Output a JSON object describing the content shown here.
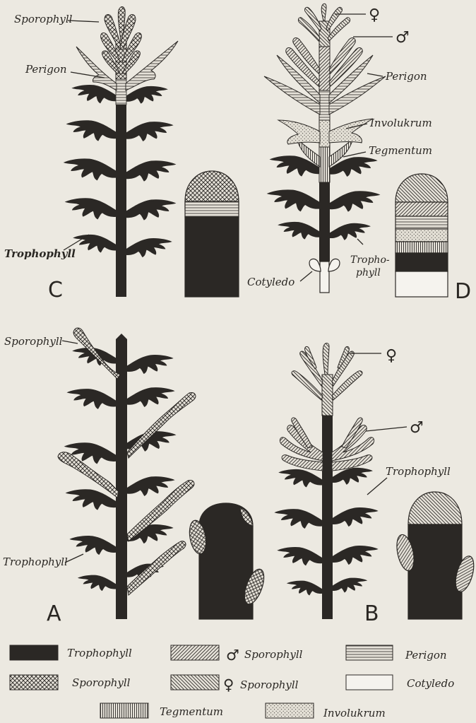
{
  "colors": {
    "paper": "#ece9e1",
    "ink": "#2b2825"
  },
  "panels": {
    "C": {
      "letter": "C",
      "sporophyll": "Sporophyll",
      "perigon": "Perigon",
      "trophophyll": "Trophophyll"
    },
    "D": {
      "letter": "D",
      "female": "♀",
      "male": "♂",
      "perigon": "Perigon",
      "involukrum": "Involukrum",
      "tegmentum": "Tegmentum",
      "tropho_a": "Tropho-",
      "tropho_b": "phyll",
      "cotyledo": "Cotyledo"
    },
    "A": {
      "letter": "A",
      "sporophyll": "Sporophyll",
      "trophophyll": "Trophophyll"
    },
    "B": {
      "letter": "B",
      "female": "♀",
      "male": "♂",
      "trophophyll": "Trophophyll"
    }
  },
  "legend": {
    "trophophyll": "Trophophyll",
    "sporophyll": "Sporophyll",
    "male_symbol": "♂",
    "male_label": "Sporophyll",
    "female_symbol": "♀",
    "female_label": "Sporophyll",
    "perigon": "Perigon",
    "cotyledo": "Cotyledo",
    "tegmentum": "Tegmentum",
    "involukrum": "Involukrum"
  }
}
